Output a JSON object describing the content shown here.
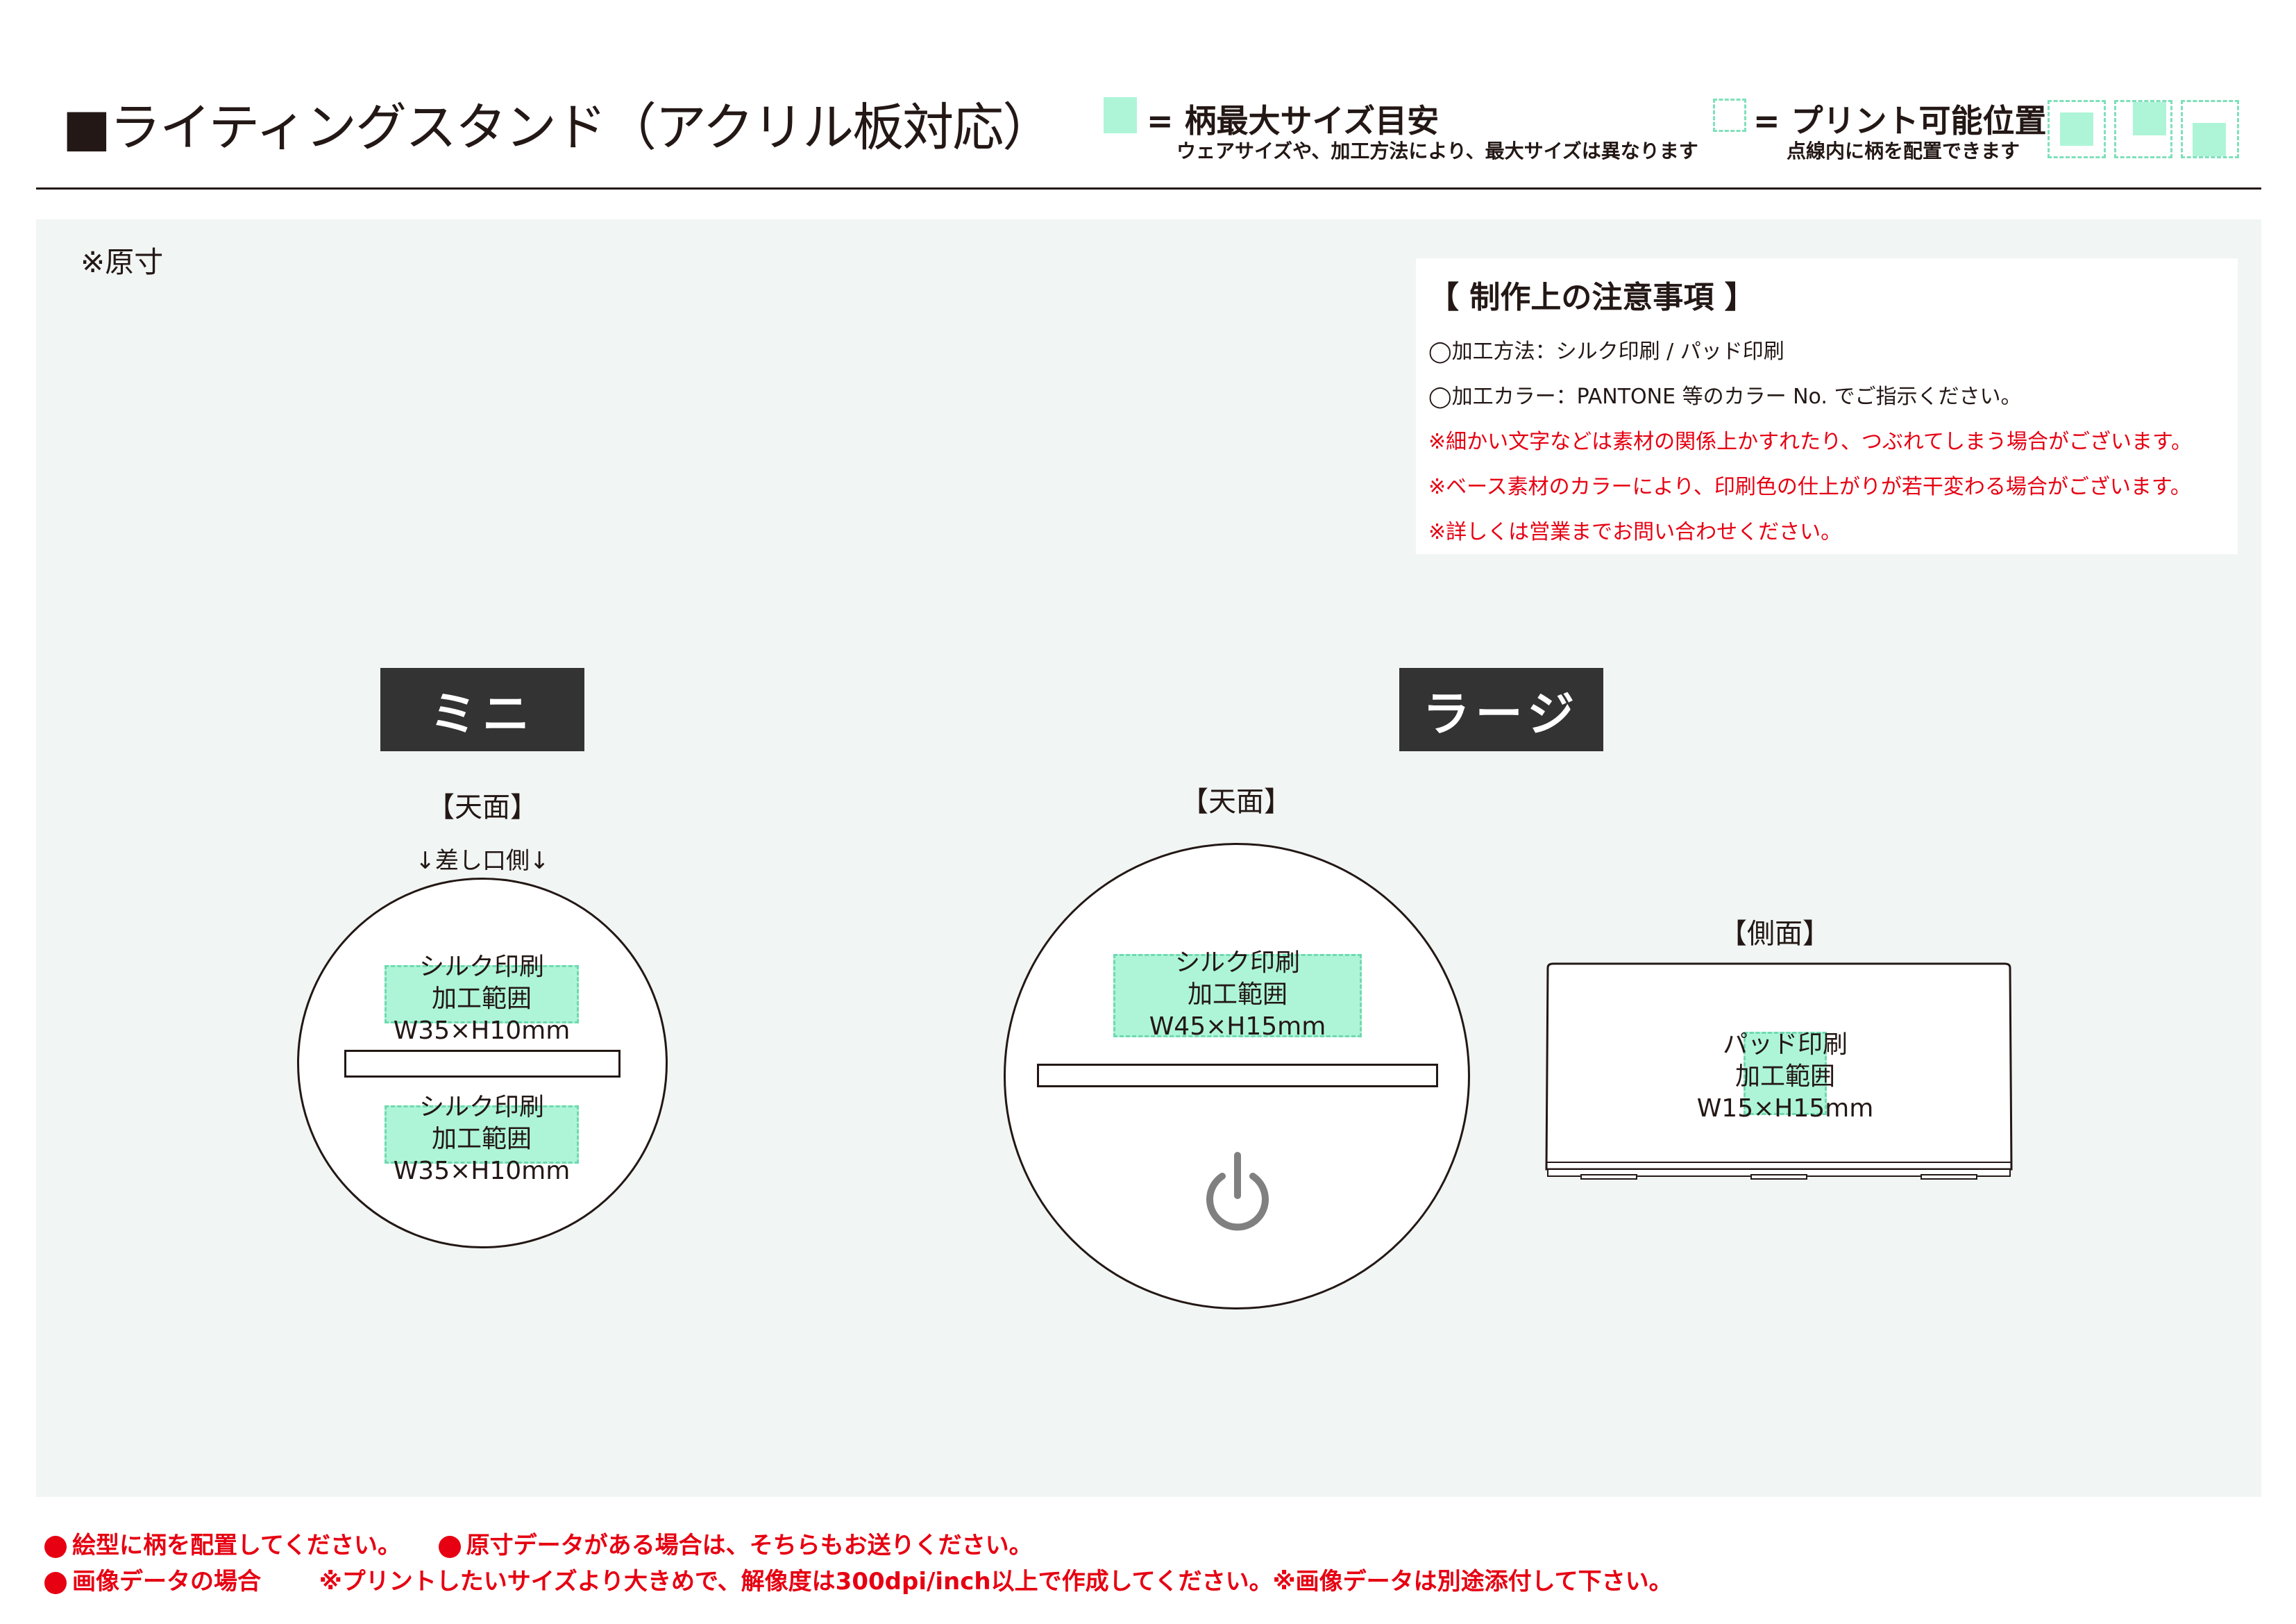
{
  "header": {
    "title": "■ライティングスタンド（アクリル板対応）",
    "legend_max_size": "= 柄最大サイズ目安",
    "legend_max_size_note": "ウェアサイズや、加工方法により、最大サイズは異なります",
    "legend_print_area": "= プリント可能位置",
    "legend_print_area_note": "点線内に柄を配置できます"
  },
  "scale_note": "※原寸",
  "notes": {
    "title": "【 制作上の注意事項 】",
    "lines": [
      "◯加工方法：シルク印刷 / パッド印刷",
      "◯加工カラー：PANTONE 等のカラー No. でご指示ください。",
      "※細かい文字などは素材の関係上かすれたり、つぶれてしまう場合がございます。",
      "※ベース素材のカラーにより、印刷色の仕上がりが若干変わる場合がございます。",
      "※詳しくは営業までお問い合わせください。"
    ]
  },
  "mini": {
    "badge": "ミニ",
    "top_label": "【天面】",
    "insert_side": "↓差し口側↓",
    "upper_area": {
      "line1": "シルク印刷",
      "line2": "加工範囲",
      "line3": "W35×H10mm"
    },
    "lower_area": {
      "line1": "シルク印刷",
      "line2": "加工範囲",
      "line3": "W35×H10mm"
    }
  },
  "large": {
    "badge": "ラージ",
    "top_label": "【天面】",
    "side_label": "【側面】",
    "top_area": {
      "line1": "シルク印刷",
      "line2": "加工範囲",
      "line3": "W45×H15mm"
    },
    "side_area": {
      "line1": "パッド印刷",
      "line2": "加工範囲",
      "line3": "W15×H15mm"
    }
  },
  "footer": {
    "line1a": "絵型に柄を配置してください。",
    "line1b": "原寸データがある場合は、そちらもお送りください。",
    "line2a": "画像データの場合",
    "line2b": "※プリントしたいサイズより大きめで、解像度は300dpi/inch以上で作成してください。※画像データは別途添付して下さい。"
  },
  "colors": {
    "print_area_fill": "#aef5d8",
    "print_area_border": "#6fd9b0",
    "warning_red": "#e60012",
    "badge_bg": "#333333",
    "panel_bg": "#f1f5f4"
  },
  "icons": [
    "power-icon",
    "red-dot-icon"
  ]
}
